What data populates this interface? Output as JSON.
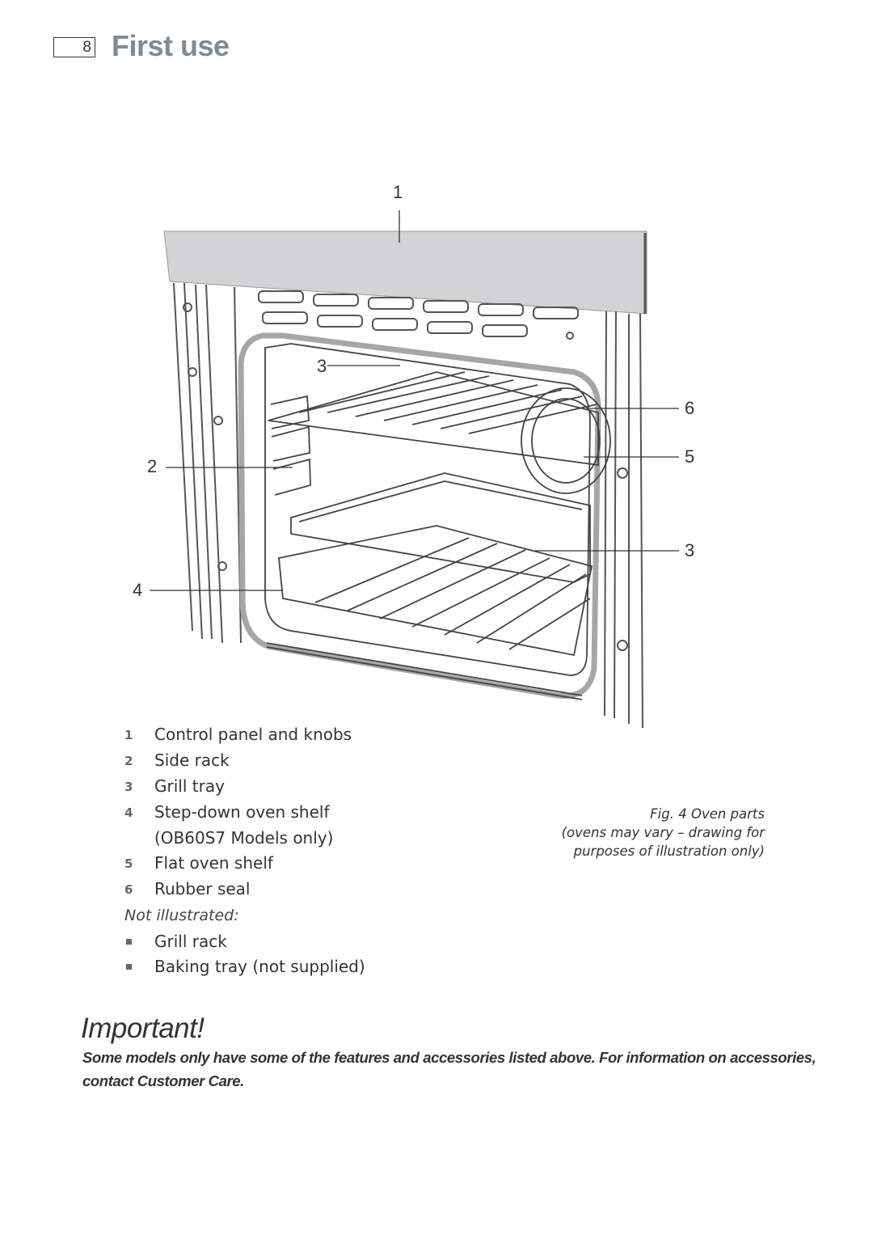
{
  "header": {
    "page_number": "8",
    "title": "First use"
  },
  "figure": {
    "callouts": [
      "1",
      "2",
      "3",
      "3",
      "4",
      "5",
      "6"
    ],
    "caption": {
      "title": "Fig. 4 Oven parts",
      "note_line1": "(ovens may vary – drawing for",
      "note_line2": "purposes of illustration only)"
    }
  },
  "parts": [
    {
      "num": "1",
      "label": "Control panel and knobs"
    },
    {
      "num": "2",
      "label": "Side rack"
    },
    {
      "num": "3",
      "label": "Grill tray"
    },
    {
      "num": "4",
      "label": "Step-down oven shelf"
    },
    {
      "num": "",
      "label": "(OB60S7 Models only)"
    },
    {
      "num": "5",
      "label": "Flat oven shelf"
    },
    {
      "num": "6",
      "label": "Rubber seal"
    }
  ],
  "not_illustrated": {
    "title": "Not illustrated:",
    "items": [
      "Grill rack",
      "Baking tray (not supplied)"
    ]
  },
  "important": {
    "heading": "Important!",
    "text": "Some models only have some of the features and accessories listed above. For information on accessories, contact Customer Care."
  },
  "colors": {
    "title": "#7d8b96",
    "control_panel": "#d2d3d5",
    "seal": "#a4a6a8"
  }
}
